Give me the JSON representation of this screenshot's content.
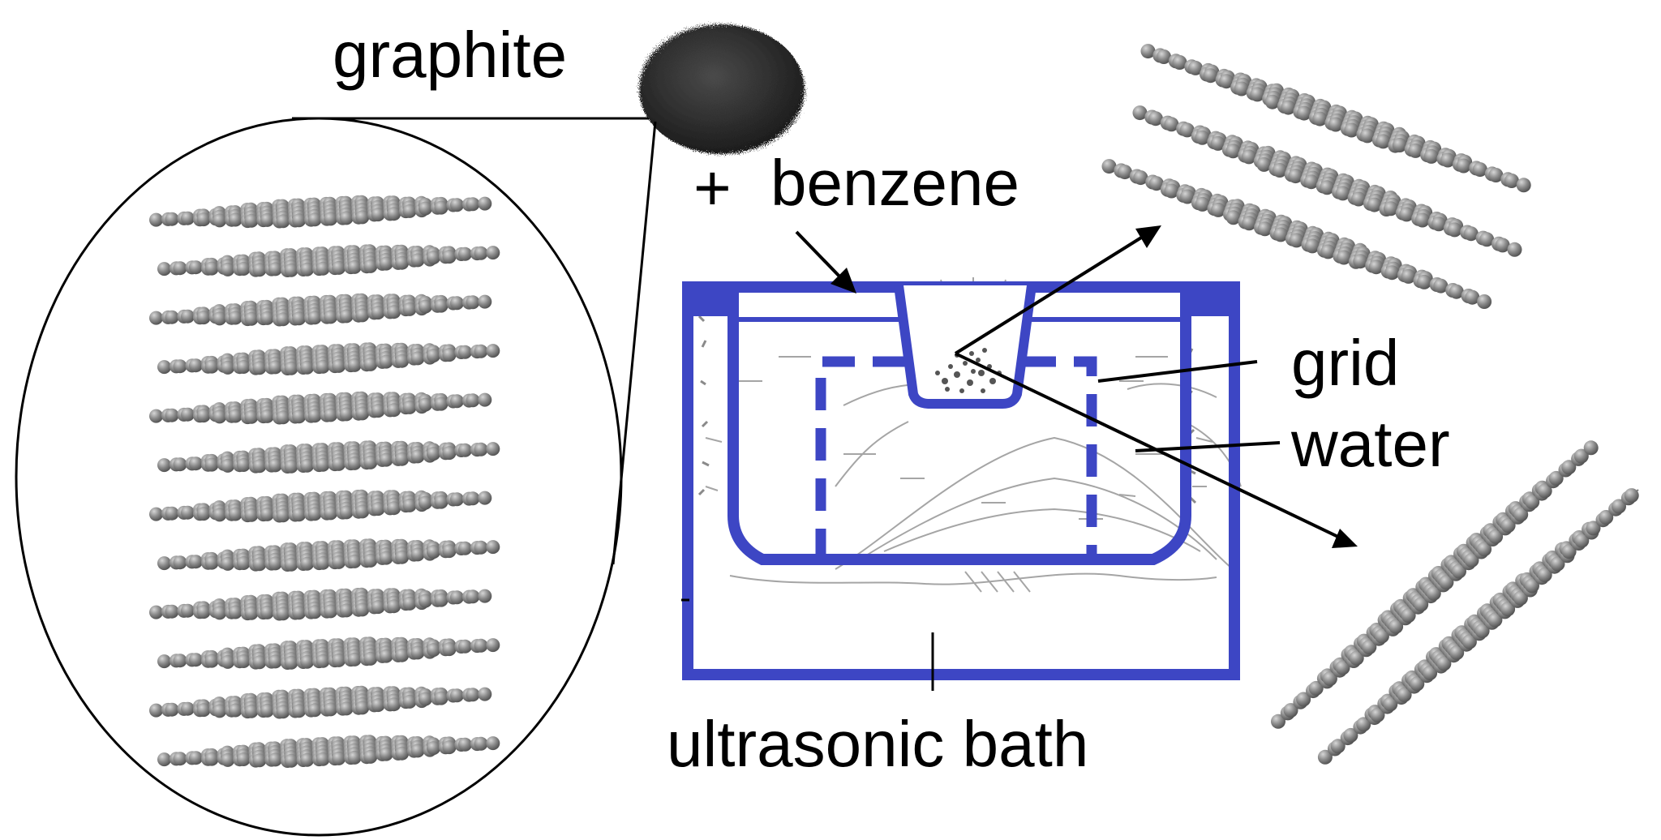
{
  "labels": {
    "graphite": "graphite",
    "plus": "+",
    "benzene": "benzene",
    "grid": "grid",
    "water": "water",
    "ultrasonic_bath": "ultrasonic bath"
  },
  "colors": {
    "vessel": "#3d46c4",
    "atom": "#7c7c7c",
    "atom_highlight": "#bdbdbd",
    "powder": "#2f2f2f",
    "line": "#000000",
    "sketch": "#9a9a9a"
  },
  "icons": {
    "graphite_powder": "graphite-powder-icon",
    "stacked_layers": "graphene-layer-stack-icon",
    "exfoliated_sheets": "graphene-sheet-icon"
  },
  "structure": {
    "stacked_layer_count": 12,
    "upper_right_sheet_count": 3,
    "lower_right_sheet_count": 2
  }
}
